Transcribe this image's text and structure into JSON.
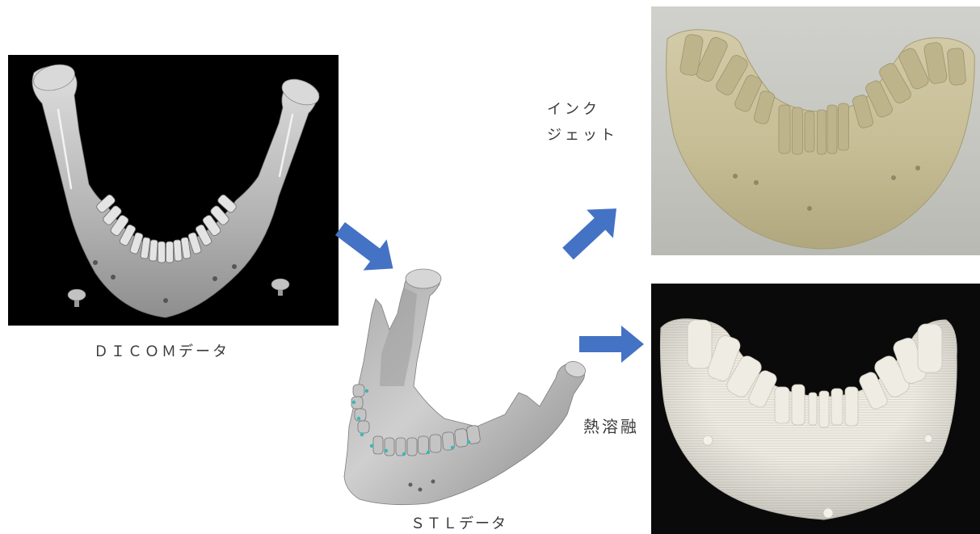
{
  "labels": {
    "dicom_data": "ＤＩＣＯＭデータ",
    "stl_data": "ＳＴＬデータ",
    "inkjet": "インク\nジェット",
    "thermal_fusion": "熱溶融"
  },
  "colors": {
    "arrow": "#4472C4",
    "label_text": "#3A3A3A",
    "dicom_background": "#000000",
    "inkjet_print": "#C9C09A",
    "thermal_print": "#EFECE4",
    "stl_marker": "#36B8B8"
  }
}
